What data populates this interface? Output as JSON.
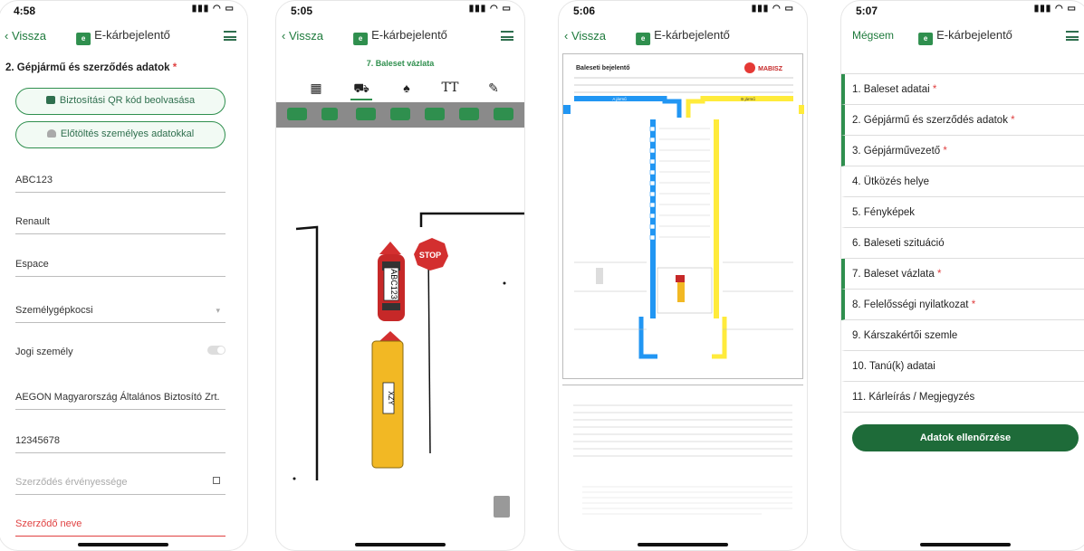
{
  "phone1": {
    "status_time": "4:58",
    "back": "Vissza",
    "title": "E-kárbejelentő",
    "section_title": "2. Gépjármű és szerződés adatok",
    "required_mark": "*",
    "qr_button": "Biztosítási QR kód beolvasása",
    "prefill_button": "Előtöltés személyes adatokkal",
    "fields": [
      "ABC123",
      "Renault",
      "Espace",
      "Személygépkocsi",
      "Jogi személy",
      "AEGON Magyarország Általános Biztosító Zrt.",
      "12345678"
    ],
    "contract_validity_placeholder": "Szerződés érvényessége",
    "contractor_name_label": "Szerződő neve"
  },
  "phone2": {
    "status_time": "5:05",
    "back": "Vissza",
    "title": "E-kárbejelentő",
    "step_title": "7. Baleset vázlata",
    "tool_text": "TT",
    "plate_red": "ABC123",
    "plate_yellow": "XZY",
    "stop_sign": "STOP"
  },
  "phone3": {
    "status_time": "5:06",
    "back": "Vissza",
    "title": "E-kárbejelentő",
    "doc_title": "Baleseti bejelentő",
    "brand": "MABISZ",
    "vehicle_a": "A jármű",
    "vehicle_b": "B jármű"
  },
  "phone4": {
    "status_time": "5:07",
    "cancel": "Mégsem",
    "title": "E-kárbejelentő",
    "items": [
      "1. Baleset adatai",
      "2. Gépjármű és szerződés adatok",
      "3. Gépjárművezető",
      "4. Ütközés helye",
      "5. Fényképek",
      "6. Baleseti szituáció",
      "7. Baleset vázlata",
      "8. Felelősségi nyilatkozat",
      "9. Kárszakértői szemle",
      "10. Tanú(k) adatai",
      "11. Kárleírás / Megjegyzés"
    ],
    "required_mark": "*",
    "check_button": "Adatok ellenőrzése"
  },
  "colors": {
    "accent": "#2f8f4e",
    "dark_accent": "#1e6b39",
    "required": "#e04141"
  }
}
